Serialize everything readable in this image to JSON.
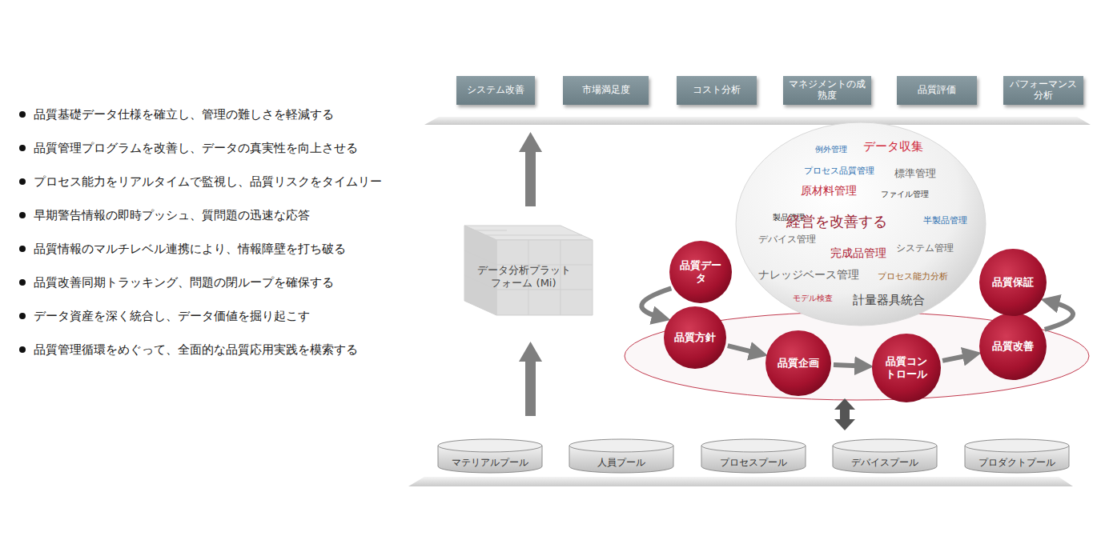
{
  "diagram": {
    "nodes": [
      {
        "text": [
          "システム改善"
        ]
      },
      {
        "text": [
          "市場満足度"
        ]
      },
      {
        "text": [
          "コスト分析"
        ]
      },
      {
        "text": [
          "マネジメントの成熟度"
        ]
      },
      {
        "text": [
          "品質評価"
        ]
      },
      {
        "text": [
          "パフォーマンス分析"
        ]
      },
      {
        "text": [
          "データ分析プラットフォーム (Mi)"
        ]
      },
      {
        "text": [
          "マテリアルプール"
        ]
      },
      {
        "text": [
          "人員プール"
        ]
      },
      {
        "text": [
          "プロセスプール"
        ]
      },
      {
        "text": [
          "デバイスプール"
        ]
      },
      {
        "text": [
          "プロダクトプール"
        ]
      },
      {
        "text": [
          "データ収集",
          "例外管理",
          "プロセス品質管理",
          "標準管理",
          "原材料管理",
          "ファイル管理",
          "製品管理",
          "経営を改善する",
          "半製品管理",
          "デバイス管理",
          "システム管理",
          "完成品管理",
          "ナレッジベース管理",
          "プロセス能力分析",
          "モデル検査",
          "計量器具統合"
        ]
      },
      {
        "text": [
          "品質データ"
        ]
      },
      {
        "text": [
          "品質方針"
        ]
      },
      {
        "text": [
          "品質企画"
        ]
      },
      {
        "text": [
          "品質コントロール"
        ]
      },
      {
        "text": [
          "品質改善"
        ]
      },
      {
        "text": [
          "品質保証"
        ]
      }
    ],
    "edges": [
      {
        "from": 13,
        "to": 14,
        "arrow": "to"
      },
      {
        "from": 14,
        "to": 15,
        "arrow": "to"
      },
      {
        "from": 15,
        "to": 16,
        "arrow": "to"
      },
      {
        "from": 16,
        "to": 17,
        "arrow": "to"
      },
      {
        "from": 17,
        "to": 18,
        "arrow": "to"
      }
    ],
    "labels": [
      "品質基礎データ仕様を確立し、管理の難しさを軽減する",
      "品質管理プログラムを改善し、データの真実性を向上させる",
      "プロセス能力をリアルタイムで監視し、品質リスクをタイムリー",
      "早期警告情報の即時プッシュ、質問題の迅速な応答",
      "品質情報のマルチレベル連携により、情報障壁を打ち破る",
      "品質改善同期トラッキング、問題の閉ループを確保する",
      "データ資産を深く統合し、データ価値を掘り起こす",
      "品質管理循環をめぐって、全面的な品質応用実践を模索する"
    ]
  }
}
